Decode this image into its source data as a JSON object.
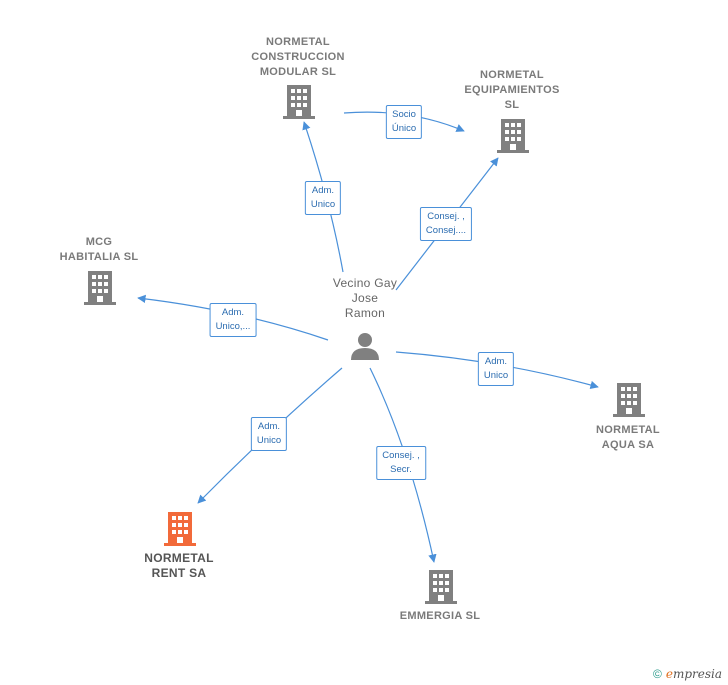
{
  "nodes": {
    "center": {
      "lines": [
        "Vecino Gay",
        "Jose",
        "Ramon"
      ]
    },
    "construccion": {
      "lines": [
        "NORMETAL",
        "CONSTRUCCION",
        "MODULAR  SL"
      ]
    },
    "equipamientos": {
      "lines": [
        "NORMETAL",
        "EQUIPAMIENTOS",
        "SL"
      ]
    },
    "mcg": {
      "lines": [
        "MCG",
        "HABITALIA  SL"
      ]
    },
    "aqua": {
      "lines": [
        "NORMETAL",
        "AQUA SA"
      ]
    },
    "rent": {
      "lines": [
        "NORMETAL",
        "RENT SA"
      ]
    },
    "emmergia": {
      "lines": [
        "EMMERGIA  SL"
      ]
    }
  },
  "edges": {
    "construccion": {
      "lines": [
        "Adm.",
        "Unico"
      ]
    },
    "socio": {
      "lines": [
        "Socio",
        "Único"
      ]
    },
    "equipamientos": {
      "lines": [
        "Consej. ,",
        "Consej...."
      ]
    },
    "mcg": {
      "lines": [
        "Adm.",
        "Unico,..."
      ]
    },
    "aqua": {
      "lines": [
        "Adm.",
        "Unico"
      ]
    },
    "rent": {
      "lines": [
        "Adm.",
        "Unico"
      ]
    },
    "emmergia": {
      "lines": [
        "Consej. ,",
        "Secr."
      ]
    }
  },
  "colors": {
    "edge": "#4a90d9",
    "company": "#808080",
    "highlight": "#f26a3a"
  },
  "footer": {
    "copyright": "©",
    "brand_first": "e",
    "brand_rest": "mpresia"
  }
}
